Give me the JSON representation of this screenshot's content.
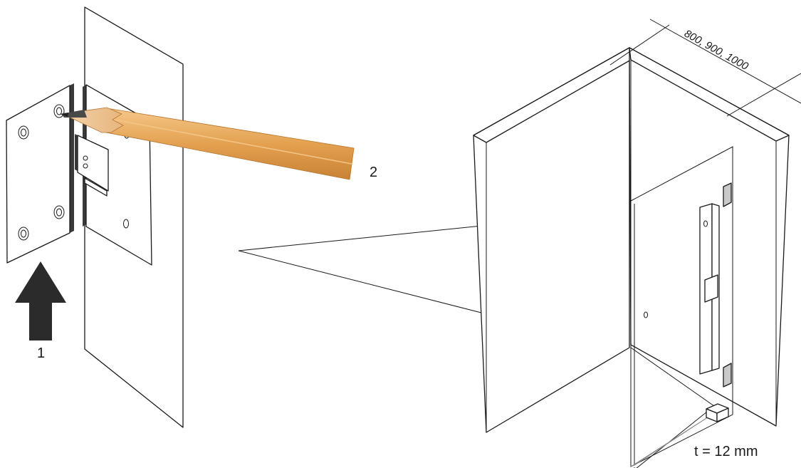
{
  "labels": {
    "arrow_step": "1",
    "pencil_step": "2",
    "door_widths": "800, 900, 1000",
    "glass_thickness": "t = 12 mm"
  },
  "colors": {
    "line": "#1a1a1a",
    "arrow": "#2b2b2b",
    "pencil_wood": "#e3a150",
    "pencil_tip": "#4a4a4a",
    "hinge_leaf": "#ffffff",
    "hinge_shadow": "#3a3a3a"
  },
  "icons": {
    "arrow": "up-arrow-icon",
    "pencil": "pencil-icon"
  }
}
